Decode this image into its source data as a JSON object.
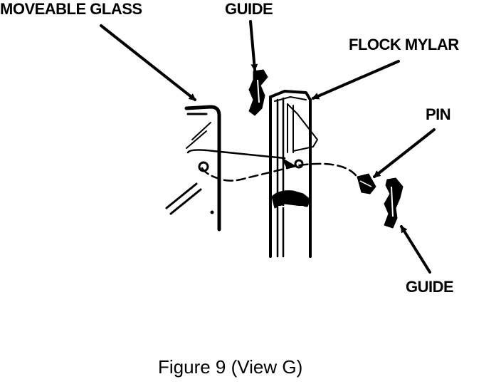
{
  "labels": {
    "moveable_glass": "MOVEABLE GLASS",
    "guide_top": "GUIDE",
    "flock_mylar": "FLOCK MYLAR",
    "pin": "PIN",
    "guide_bottom": "GUIDE"
  },
  "caption": "Figure 9 (View G)"
}
